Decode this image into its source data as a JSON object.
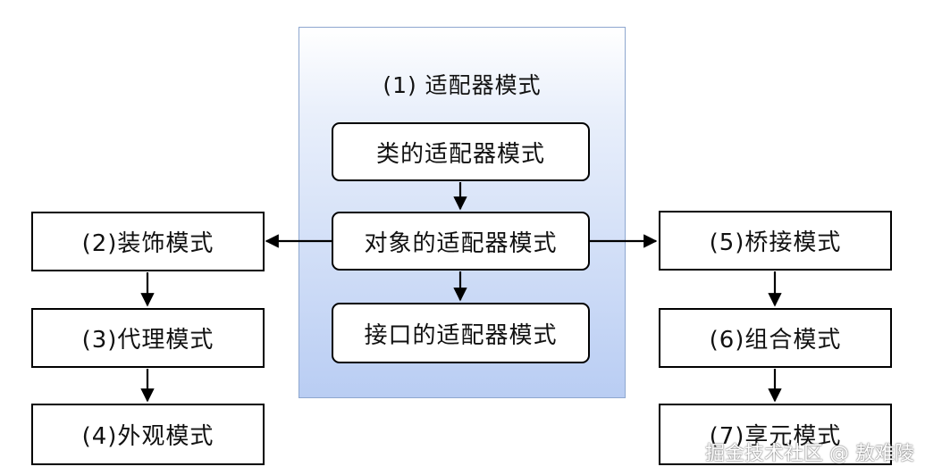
{
  "adapter": {
    "title": "(1) 适配器模式",
    "class_adapter": "类的适配器模式",
    "object_adapter": "对象的适配器模式",
    "interface_adapter": "接口的适配器模式"
  },
  "left_chain": [
    "(2)装饰模式",
    "(3)代理模式",
    "(4)外观模式"
  ],
  "right_chain": [
    "(5)桥接模式",
    "(6)组合模式",
    "(7)享元模式"
  ],
  "watermark": "掘金技术社区 @ 敖难陵"
}
